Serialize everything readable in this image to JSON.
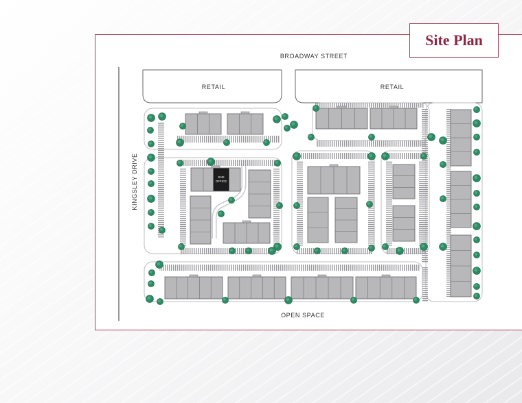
{
  "title": "Site Plan",
  "streets": {
    "north": "BROADWAY STREET",
    "west": "KINGSLEY DRIVE",
    "south": "OPEN SPACE"
  },
  "retail": {
    "left": "RETAIL",
    "right": "RETAIL"
  },
  "office": {
    "line1": "SHE",
    "line2": "OFFICE"
  },
  "colors": {
    "accent": "#a43a55",
    "building": "#b8b8bb",
    "building_outline": "#6f6f73",
    "tree": "#2e8a64",
    "office": "#1c1c1c"
  }
}
